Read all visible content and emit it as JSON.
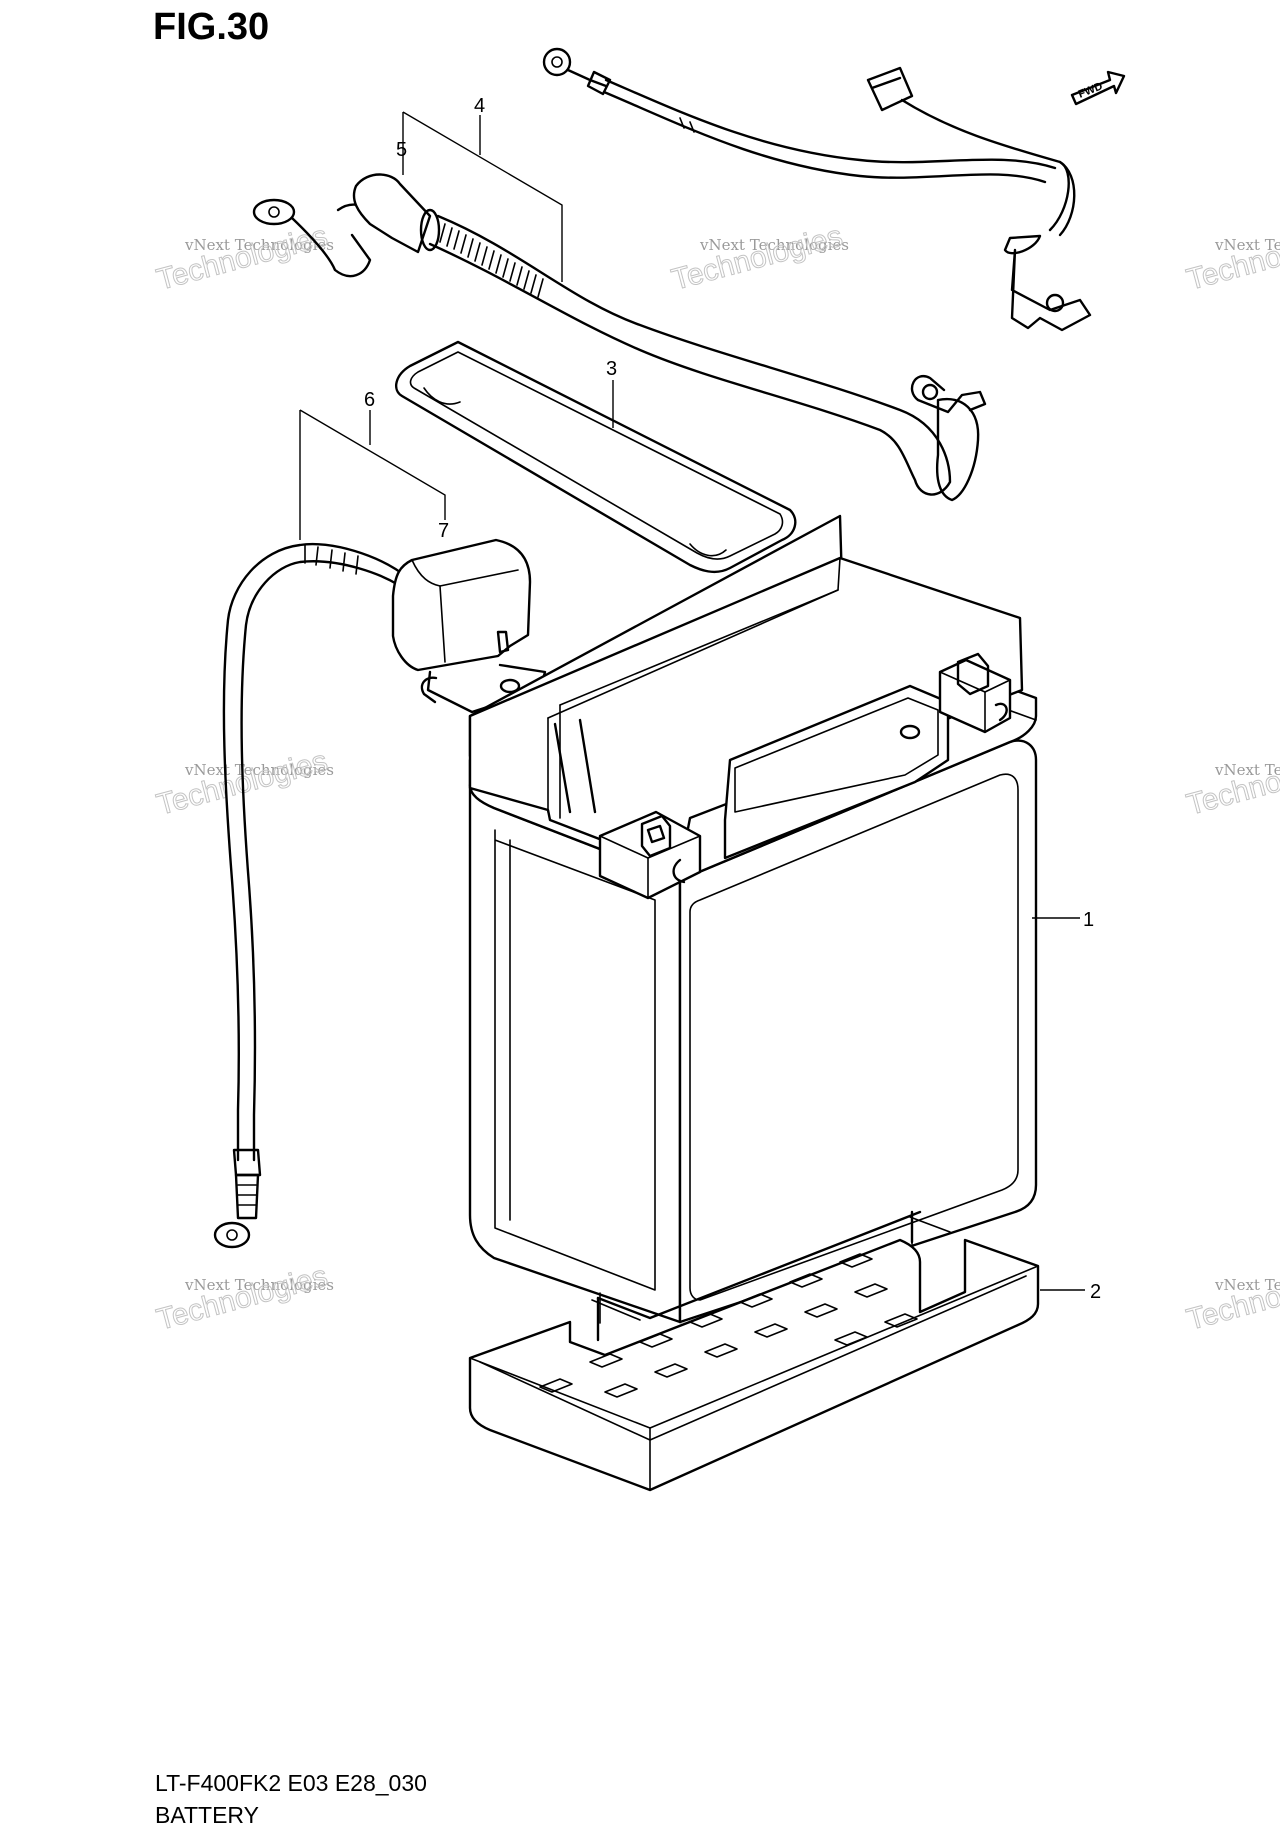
{
  "figure": {
    "title": "FIG.30"
  },
  "caption": {
    "model_code": "LT-F400FK2 E03 E28_030",
    "section_name": "BATTERY"
  },
  "callouts": [
    "1",
    "2",
    "3",
    "4",
    "5",
    "6",
    "7"
  ],
  "direction_marker": {
    "label": "FWD"
  },
  "watermark": {
    "line1": "vNext Technologies",
    "line2": "Technologies",
    "color": "#9a9a9a"
  }
}
